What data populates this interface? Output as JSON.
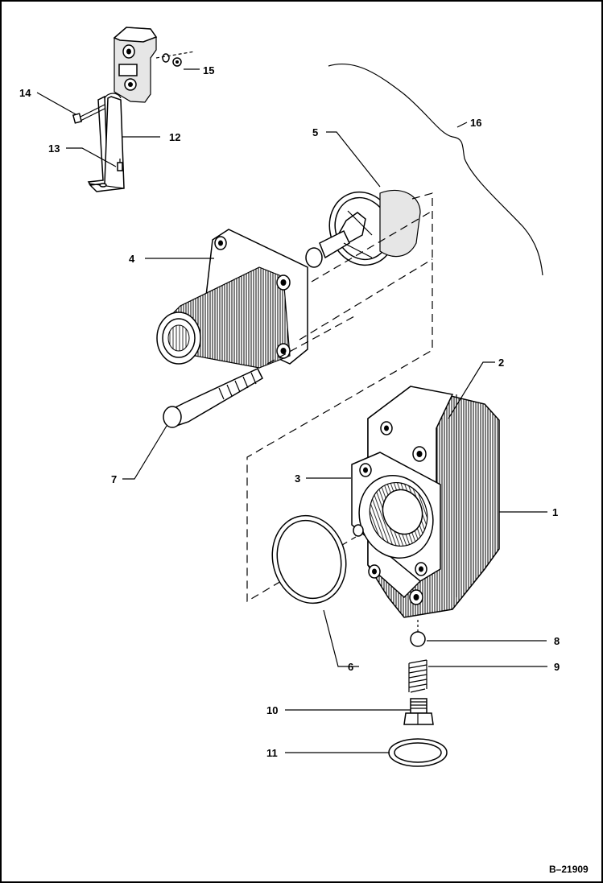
{
  "diagram": {
    "figure_number": "B–21909",
    "callouts": [
      {
        "id": "c1",
        "label": "1"
      },
      {
        "id": "c2",
        "label": "2"
      },
      {
        "id": "c3",
        "label": "3"
      },
      {
        "id": "c4",
        "label": "4"
      },
      {
        "id": "c5",
        "label": "5"
      },
      {
        "id": "c6",
        "label": "6"
      },
      {
        "id": "c7",
        "label": "7"
      },
      {
        "id": "c8",
        "label": "8"
      },
      {
        "id": "c9",
        "label": "9"
      },
      {
        "id": "c10",
        "label": "10"
      },
      {
        "id": "c11",
        "label": "11"
      },
      {
        "id": "c12",
        "label": "12"
      },
      {
        "id": "c13",
        "label": "13"
      },
      {
        "id": "c14",
        "label": "14"
      },
      {
        "id": "c15",
        "label": "15"
      },
      {
        "id": "c16",
        "label": "16"
      }
    ]
  }
}
